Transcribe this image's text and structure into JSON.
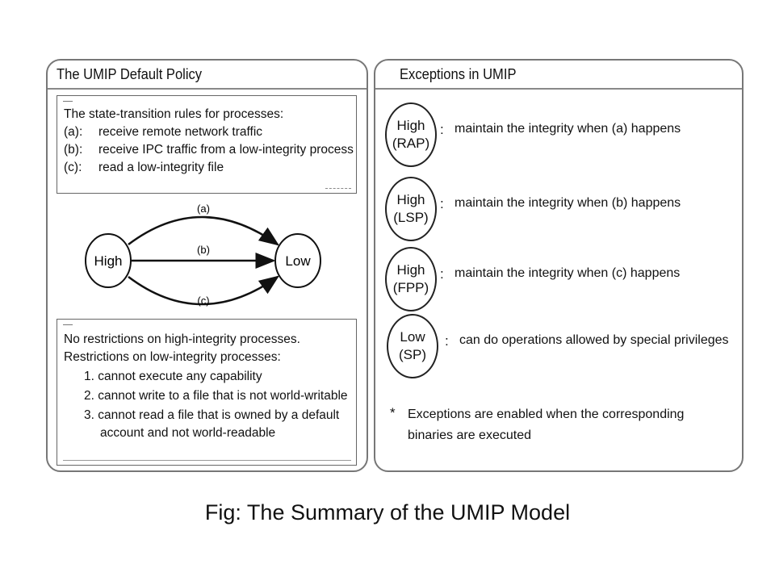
{
  "left_panel": {
    "title": "The UMIP Default Policy",
    "rules_box": {
      "heading": "The state-transition rules for processes:",
      "rules": [
        {
          "tag": "(a):",
          "text": "receive remote network traffic"
        },
        {
          "tag": "(b):",
          "text": "receive IPC traffic from a low-integrity process"
        },
        {
          "tag": "(c):",
          "text": "read a low-integrity file"
        }
      ]
    },
    "diagram": {
      "from_node": "High",
      "to_node": "Low",
      "edge_labels": [
        "(a)",
        "(b)",
        "(c)"
      ]
    },
    "restrictions_box": {
      "line1": "No restrictions on high-integrity processes.",
      "line2": "Restrictions on low-integrity processes:",
      "items": [
        "1. cannot execute any capability",
        "2. cannot write to a file that is not world-writable",
        "3. cannot read a file that is owned by a default",
        "account and not world-readable"
      ]
    }
  },
  "right_panel": {
    "title": "Exceptions in UMIP",
    "exceptions": [
      {
        "label_top": "High",
        "label_bottom": "(RAP)",
        "colon": ":",
        "text": "maintain the integrity when (a) happens"
      },
      {
        "label_top": "High",
        "label_bottom": "(LSP)",
        "colon": ":",
        "text": "maintain the integrity when (b) happens"
      },
      {
        "label_top": "High",
        "label_bottom": "(FPP)",
        "colon": ":",
        "text": "maintain the integrity when (c) happens"
      },
      {
        "label_top": "Low",
        "label_bottom": "(SP)",
        "colon": ":",
        "text": "can do operations allowed by special privileges"
      }
    ],
    "note": {
      "star": "*",
      "line1": "Exceptions are enabled when the corresponding",
      "line2": "binaries are executed"
    }
  },
  "caption": "Fig: The Summary of the UMIP Model"
}
